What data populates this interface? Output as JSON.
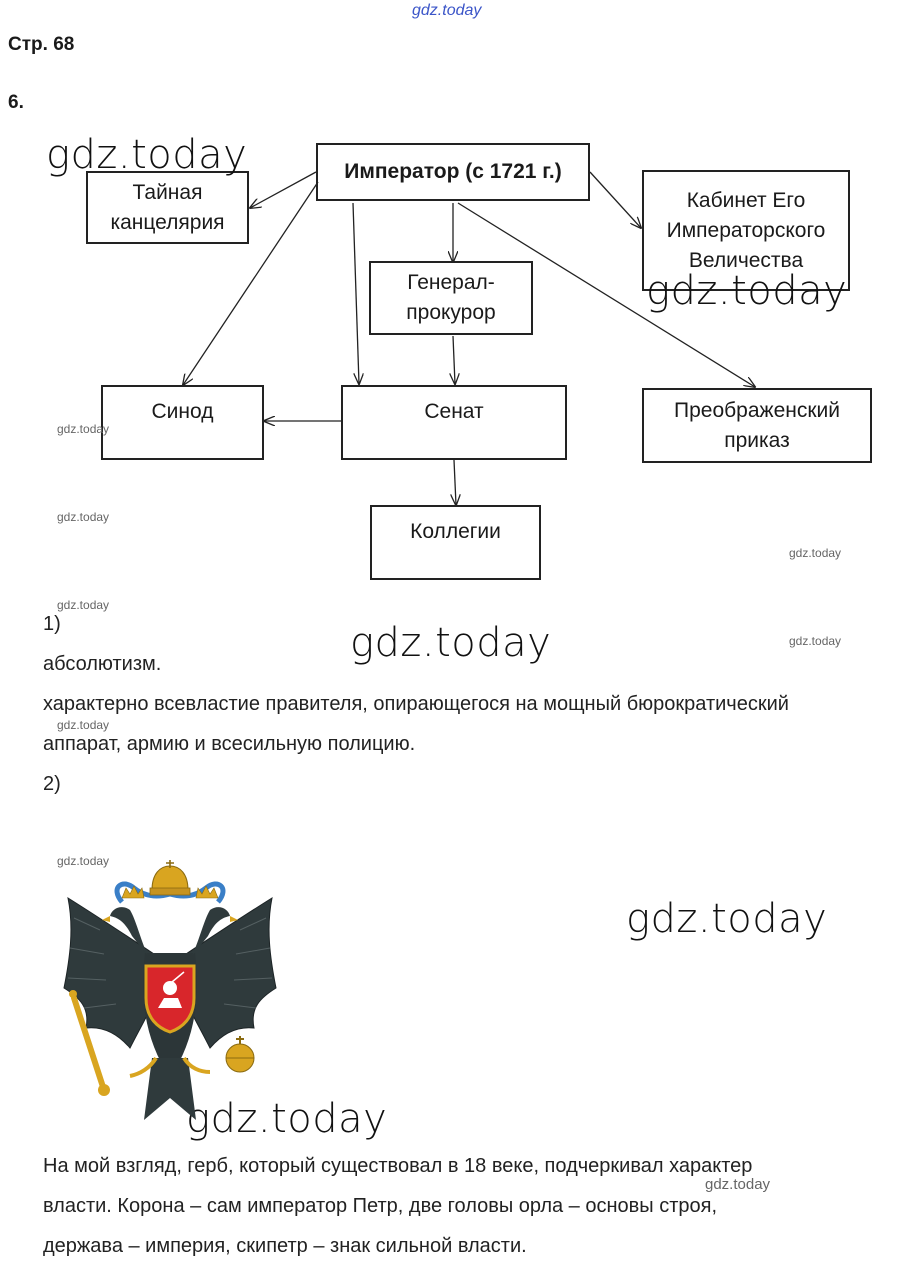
{
  "watermark": "gdz.today",
  "page_label": "Стр. 68",
  "task_number": "6.",
  "diagram": {
    "emperor": "Император (с 1721 г.)",
    "secret_chancery": [
      "Тайная",
      "канцелярия"
    ],
    "cabinet": [
      "Кабинет Его",
      "Императорского",
      "Величества"
    ],
    "procurator": [
      "Генерал-",
      "прокурор"
    ],
    "synod": "Синод",
    "senate": "Сенат",
    "preobrazhensky": [
      "Преображенский",
      "приказ"
    ],
    "collegia": "Коллегии"
  },
  "answers": {
    "n1": "1)",
    "line1": "абсолютизм.",
    "line2": "характерно всевластие правителя, опирающегося на мощный бюрократический",
    "line3": "аппарат, армию и всесильную полицию.",
    "n2": "2)",
    "para1": "На мой взгляд, герб, который существовал в 18 веке, подчеркивал характер",
    "para2": "власти. Корона – сам император Петр, две головы орла – основы строя,",
    "para3": "держава – империя, скипетр – знак сильной власти."
  },
  "coat_of_arms_icon": "double-headed-eagle-icon"
}
